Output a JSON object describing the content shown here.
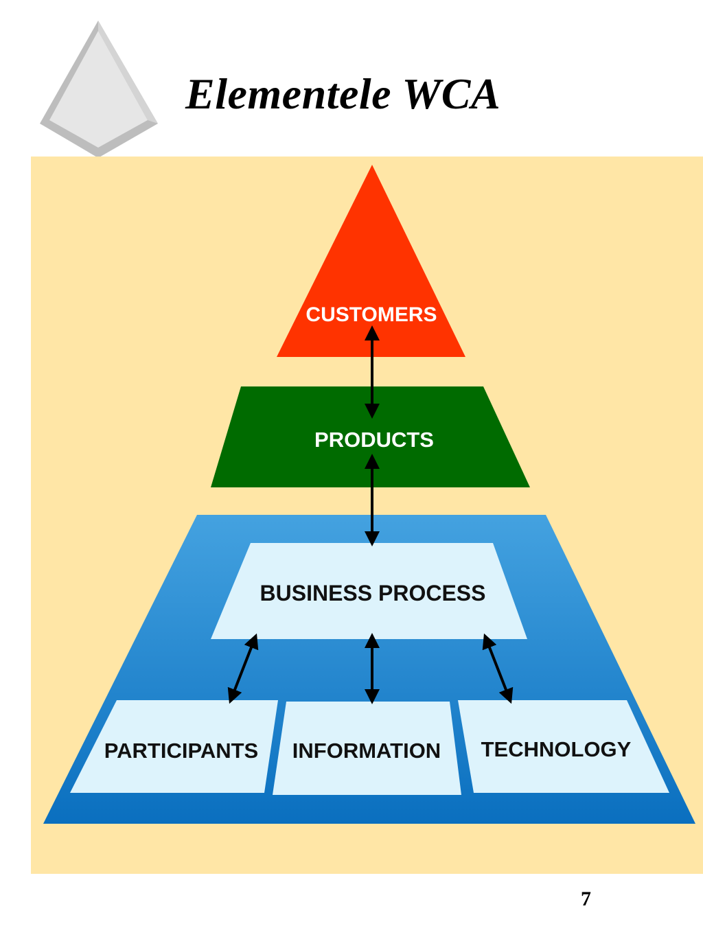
{
  "slide": {
    "title": "Elementele WCA",
    "page_number": "7"
  },
  "colors": {
    "panel_background": "#FFE6A6",
    "customers_fill": "#FF3300",
    "products_fill": "#006B00",
    "base_fill_top": "#44A2E0",
    "base_fill_bottom": "#0A6FBF",
    "box_fill": "#DDF3FC",
    "arrow": "#000000",
    "diamond": "#C8C8C8"
  },
  "diagram": {
    "levels": {
      "customers": "CUSTOMERS",
      "products": "PRODUCTS",
      "business_process": "BUSINESS PROCESS"
    },
    "elements": {
      "participants": "PARTICIPANTS",
      "information": "INFORMATION",
      "technology": "TECHNOLOGY"
    },
    "icons": [
      "diamond-icon",
      "double-arrow-icon"
    ]
  }
}
